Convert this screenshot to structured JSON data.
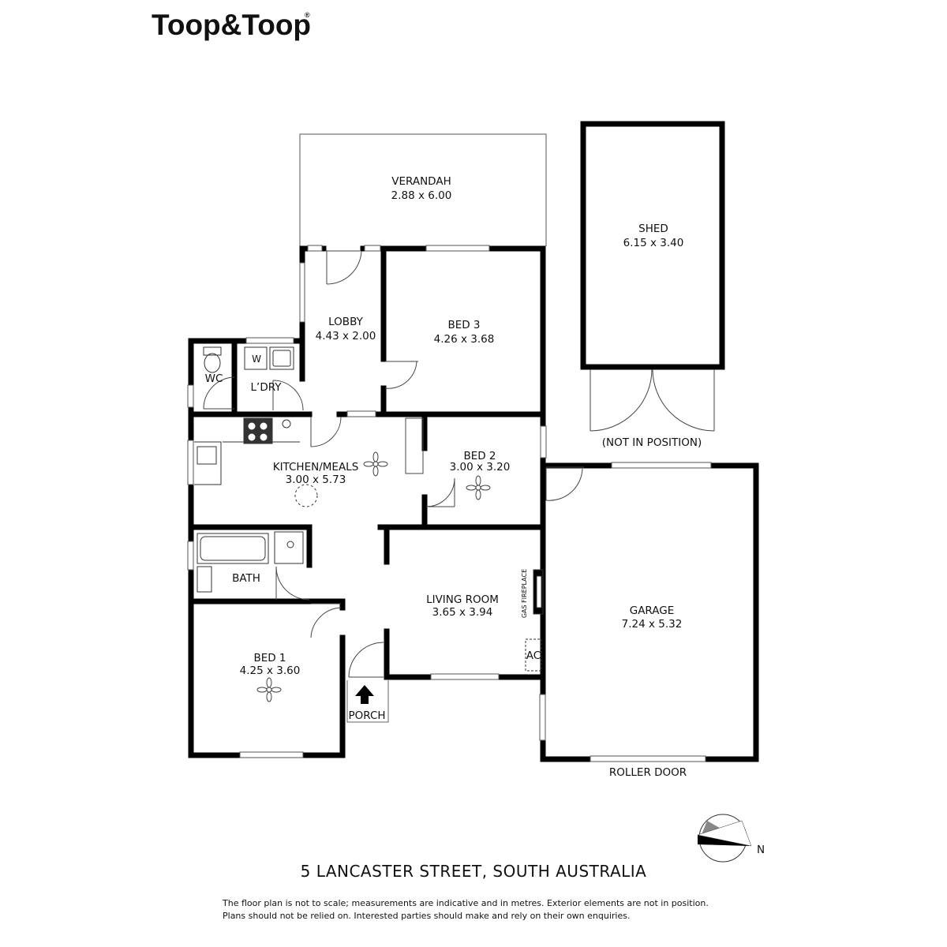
{
  "brand": {
    "name": "Toop&Toop",
    "registered": "®"
  },
  "rooms": {
    "verandah": {
      "name": "VERANDAH",
      "size": "2.88 x 6.00"
    },
    "shed": {
      "name": "SHED",
      "size": "6.15 x 3.40",
      "note": "(NOT IN POSITION)"
    },
    "lobby": {
      "name": "LOBBY",
      "size": "4.43 x 2.00"
    },
    "bed3": {
      "name": "BED 3",
      "size": "4.26 x 3.68"
    },
    "wc": {
      "name": "WC"
    },
    "laundry": {
      "name": "L’DRY",
      "appliance": "W"
    },
    "kitchen": {
      "name": "KITCHEN/MEALS",
      "size": "3.00 x 5.73"
    },
    "bed2": {
      "name": "BED 2",
      "size": "3.00 x 3.20"
    },
    "bath": {
      "name": "BATH"
    },
    "living": {
      "name": "LIVING ROOM",
      "size": "3.65 x 3.94"
    },
    "fireplace": {
      "name": "GAS FIREPLACE"
    },
    "ac": {
      "name": "AC"
    },
    "garage": {
      "name": "GARAGE",
      "size": "7.24 x 5.32",
      "door": "ROLLER DOOR"
    },
    "bed1": {
      "name": "BED 1",
      "size": "4.25 x 3.60"
    },
    "porch": {
      "name": "PORCH"
    }
  },
  "compass": {
    "north": "N"
  },
  "address": "5 LANCASTER STREET, SOUTH AUSTRALIA",
  "disclaimer": [
    "The floor plan is not to scale; measurements are indicative and in metres. Exterior elements are not in position.",
    "Plans should not be relied on. Interested parties should make and rely on their own enquiries."
  ],
  "colors": {
    "wall": "#000000",
    "thin": "#444444",
    "compass_fill": "#888888"
  }
}
